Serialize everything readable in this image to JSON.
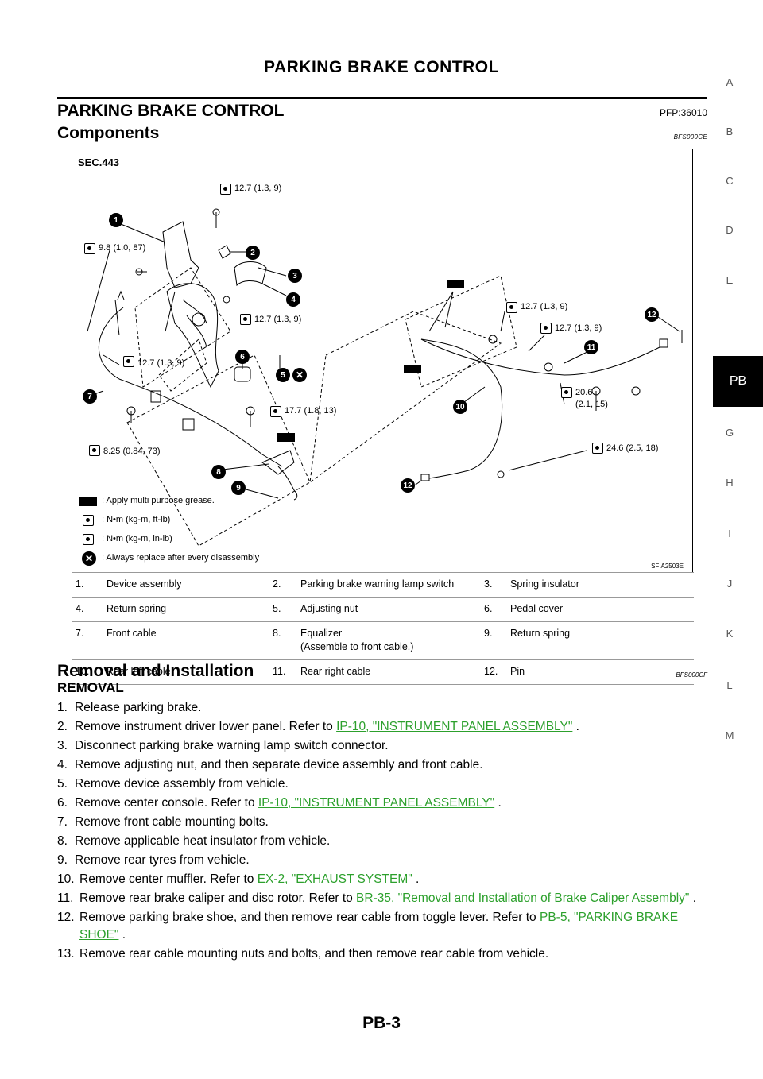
{
  "header": {
    "title": "PARKING BRAKE CONTROL",
    "page": "PB-3"
  },
  "section": {
    "title": "PARKING BRAKE CONTROL",
    "code": "PFP:36010"
  },
  "components": {
    "title": "Components",
    "code": "BFS000CE"
  },
  "side_nav": {
    "letters": [
      "A",
      "B",
      "C",
      "D",
      "E",
      "PB",
      "G",
      "H",
      "I",
      "J",
      "K",
      "L",
      "M"
    ],
    "active": "PB"
  },
  "figure": {
    "sec": "SEC.443",
    "id": "SFIA2503E",
    "callouts": [
      "1",
      "2",
      "3",
      "4",
      "5",
      "6",
      "7",
      "8",
      "9",
      "10",
      "11",
      "12",
      "12"
    ],
    "torques": [
      "12.7 (1.3, 9)",
      "9.8 (1.0, 87)",
      "12.7 (1.3, 9)",
      "12.7 (1.3, 9)",
      "17.7 (1.8, 13)",
      "8.25 (0.84, 73)",
      "12.7 (1.3, 9)",
      "12.7 (1.3, 9)",
      "20.6",
      "(2.1, 15)",
      "24.6 (2.5, 18)"
    ],
    "legend": [
      ": Apply multi purpose grease.",
      ": N•m (kg-m, ft-lb)",
      ": N•m (kg-m, in-lb)",
      ": Always replace after every disassembly"
    ]
  },
  "parts": [
    [
      "1.",
      "Device assembly",
      "2.",
      "Parking brake warning lamp switch",
      "3.",
      "Spring insulator"
    ],
    [
      "4.",
      "Return spring",
      "5.",
      "Adjusting nut",
      "6.",
      "Pedal cover"
    ],
    [
      "7.",
      "Front cable",
      "8.",
      "Equalizer\n(Assemble to front cable.)",
      "9.",
      "Return spring"
    ],
    [
      "10.",
      "Rear left cable",
      "11.",
      "Rear right cable",
      "12.",
      "Pin"
    ]
  ],
  "removal": {
    "title": "Removal and Installation",
    "code": "BFS000CF",
    "subtitle": "REMOVAL",
    "steps": [
      {
        "n": "1.",
        "text": "Release parking brake."
      },
      {
        "n": "2.",
        "text": "Remove instrument driver lower panel. Refer to ",
        "link": "IP-10, \"INSTRUMENT PANEL ASSEMBLY\"",
        "after": " ."
      },
      {
        "n": "3.",
        "text": "Disconnect parking brake warning lamp switch connector."
      },
      {
        "n": "4.",
        "text": "Remove adjusting nut, and then separate device assembly and front cable."
      },
      {
        "n": "5.",
        "text": "Remove device assembly from vehicle."
      },
      {
        "n": "6.",
        "text": "Remove center console. Refer to ",
        "link": "IP-10, \"INSTRUMENT PANEL ASSEMBLY\"",
        "after": " ."
      },
      {
        "n": "7.",
        "text": "Remove front cable mounting bolts."
      },
      {
        "n": "8.",
        "text": "Remove applicable heat insulator from vehicle."
      },
      {
        "n": "9.",
        "text": "Remove rear tyres from vehicle."
      },
      {
        "n": "10.",
        "text": "Remove center muffler. Refer to ",
        "link": "EX-2, \"EXHAUST SYSTEM\"",
        "after": " ."
      },
      {
        "n": "11.",
        "text": "Remove rear brake caliper and disc rotor. Refer to ",
        "link": "BR-35, \"Removal and Installation of Brake Caliper Assembly\"",
        "after": " ."
      },
      {
        "n": "12.",
        "text": "Remove parking brake shoe, and then remove rear cable from toggle lever. Refer to ",
        "link": "PB-5, \"PARKING BRAKE SHOE\"",
        "after": " ."
      },
      {
        "n": "13.",
        "text": "Remove rear cable mounting nuts and bolts, and then remove rear cable from vehicle."
      }
    ]
  }
}
